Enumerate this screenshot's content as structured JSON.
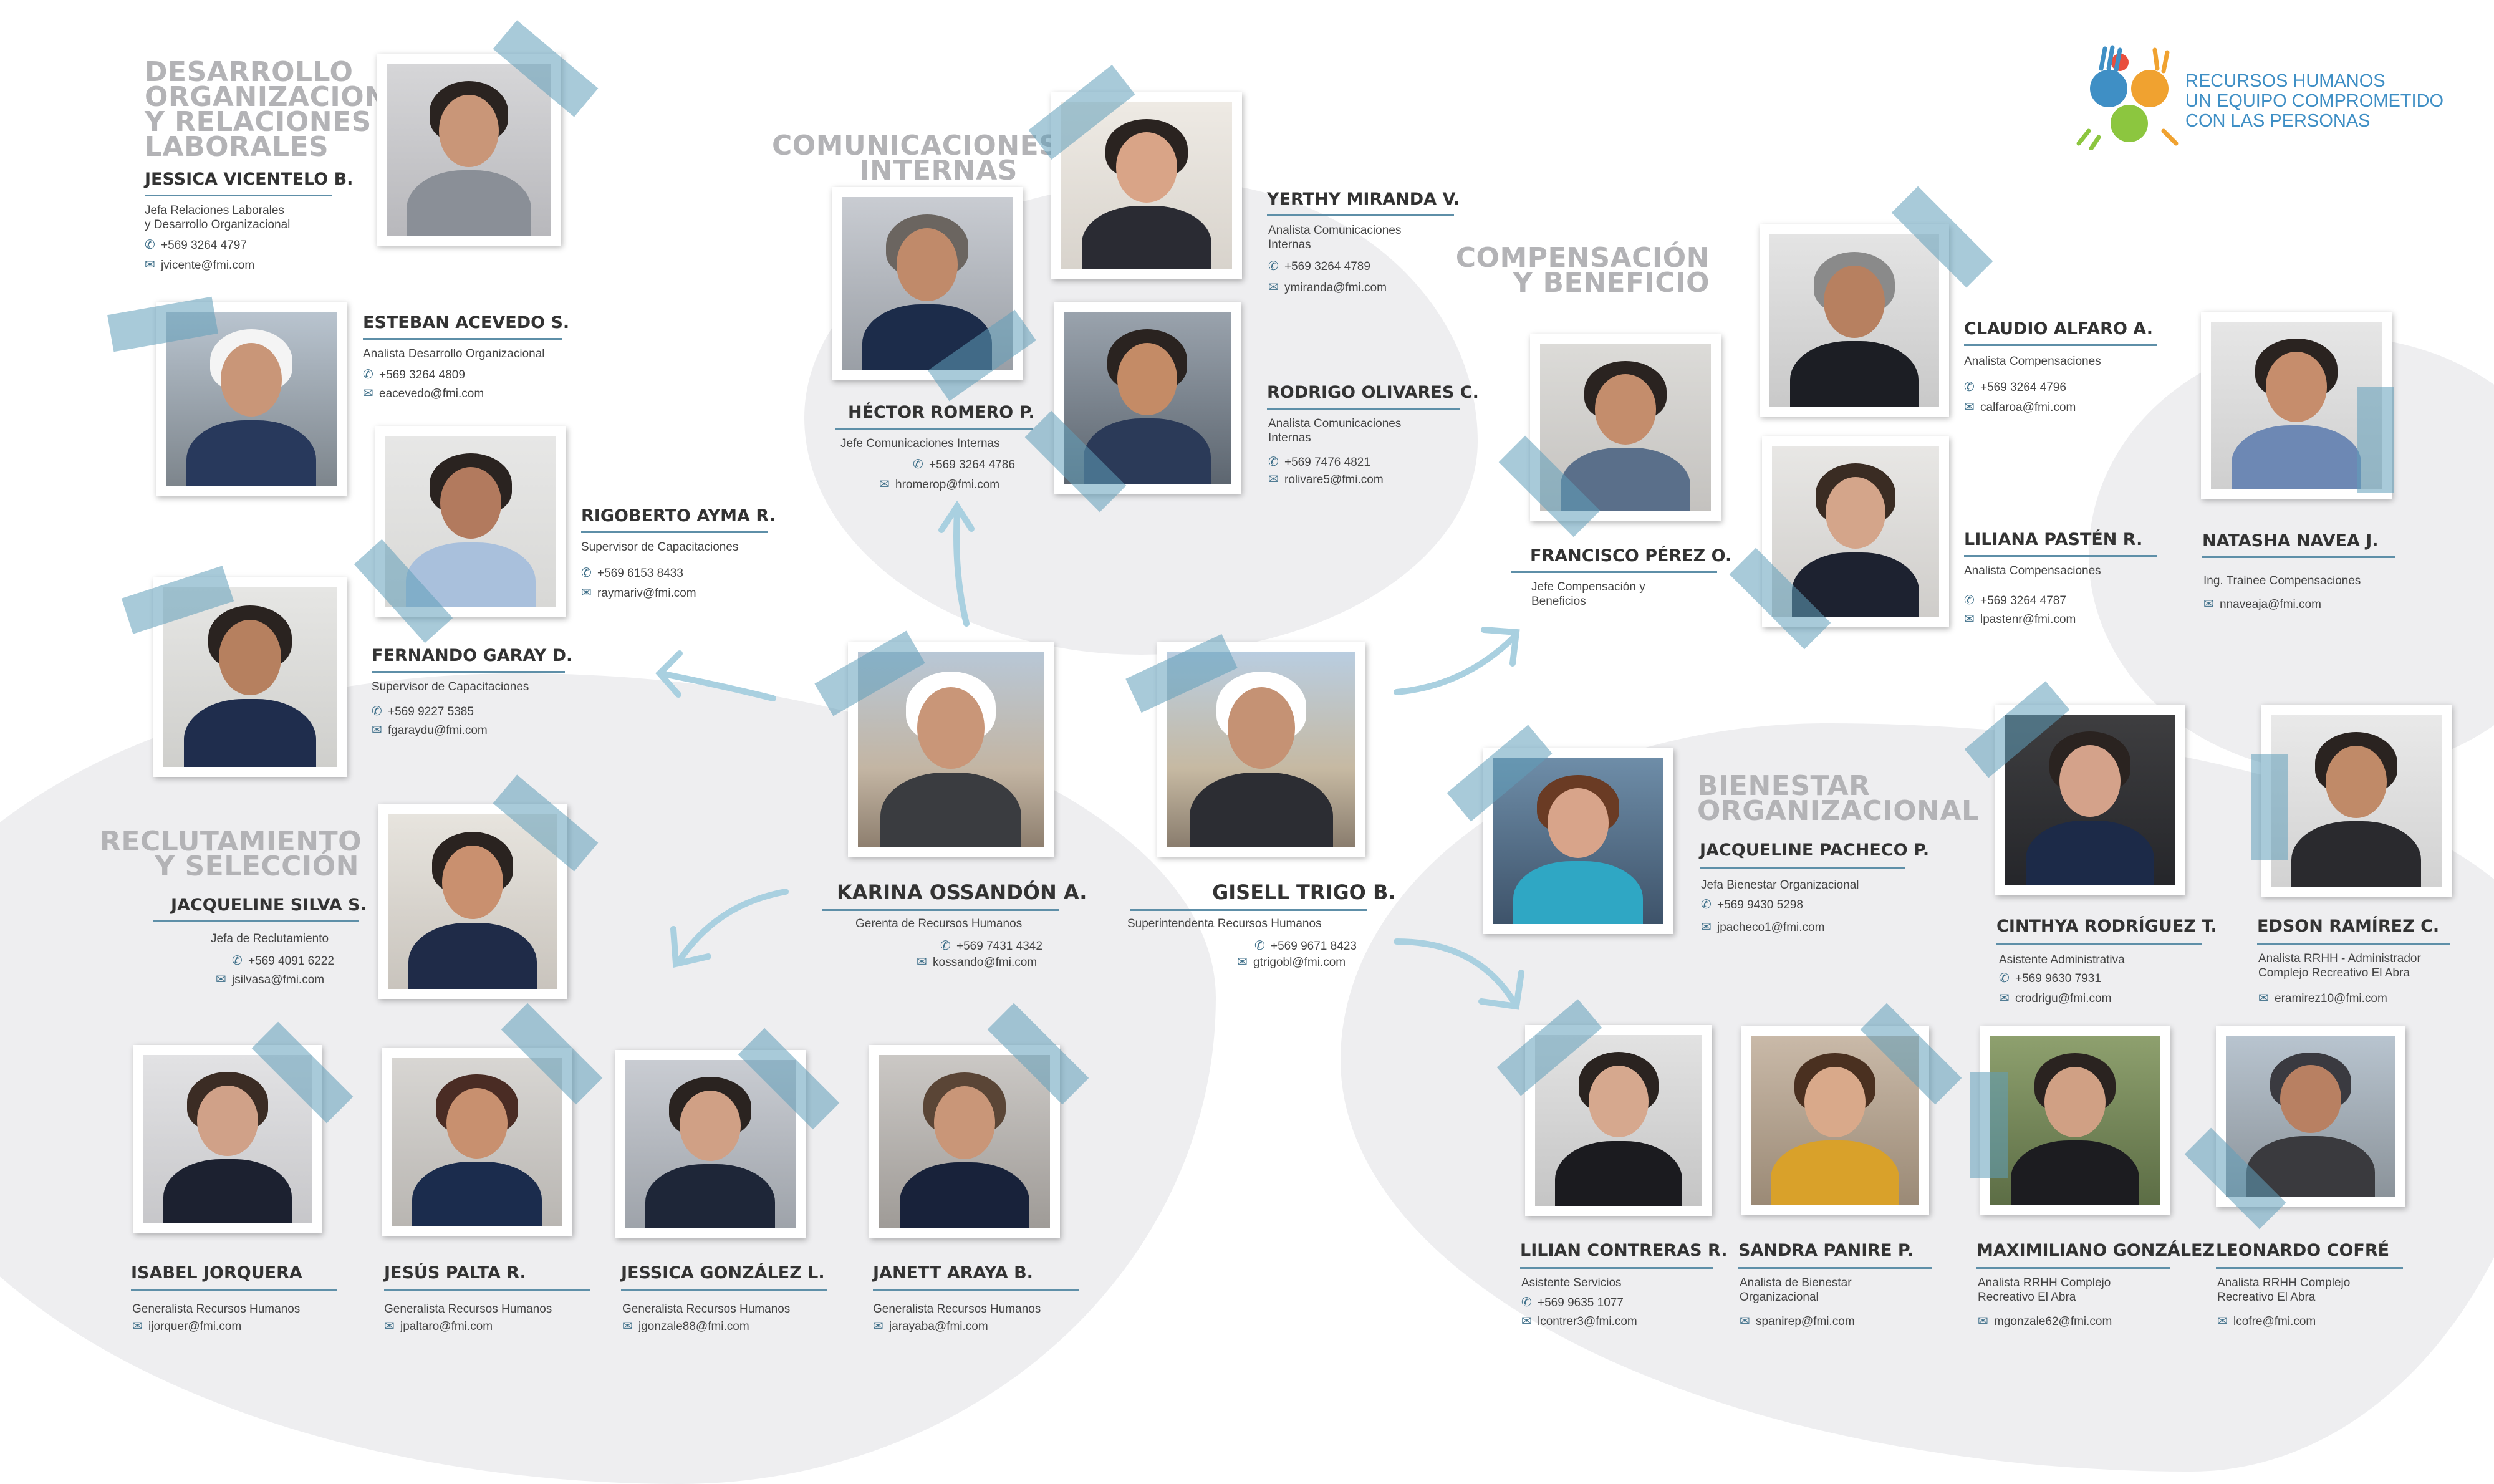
{
  "logo": {
    "line1": "RECURSOS HUMANOS",
    "line2": "UN EQUIPO COMPROMETIDO",
    "line3": "CON LAS PERSONAS",
    "colors": [
      "#3f8fc5",
      "#f0a230",
      "#8cc63f",
      "#e94e3d"
    ]
  },
  "sections": {
    "desarrollo": [
      "DESARROLLO",
      "ORGANIZACIONAL",
      "Y RELACIONES",
      "LABORALES"
    ],
    "comunicaciones": [
      "COMUNICACIONES",
      "INTERNAS"
    ],
    "compensacion": [
      "COMPENSACIÓN",
      "Y BENEFICIO"
    ],
    "bienestar": [
      "BIENESTAR",
      "ORGANIZACIONAL"
    ],
    "reclutamiento": [
      "RECLUTAMIENTO",
      "Y SELECCIÓN"
    ]
  },
  "people": {
    "jessica_v": {
      "name": "JESSICA VICENTELO B.",
      "role": "Jefa Relaciones Laborales\n y Desarrollo Organizacional",
      "phone": "+569 3264 4797",
      "email": "jvicente@fmi.com"
    },
    "esteban": {
      "name": "ESTEBAN ACEVEDO S.",
      "role": "Analista Desarrollo Organizacional",
      "phone": "+569 3264 4809",
      "email": "eacevedo@fmi.com"
    },
    "rigoberto": {
      "name": "RIGOBERTO AYMA  R.",
      "role": "Supervisor de Capacitaciones",
      "phone": "+569 6153 8433",
      "email": "raymariv@fmi.com"
    },
    "fernando": {
      "name": "FERNANDO GARAY D.",
      "role": "Supervisor de Capacitaciones",
      "phone": "+569 9227 5385",
      "email": "fgaraydu@fmi.com"
    },
    "hector": {
      "name": "HÉCTOR ROMERO P.",
      "role": "Jefe Comunicaciones Internas",
      "phone": "+569 3264 4786",
      "email": "hromerop@fmi.com"
    },
    "yerthy": {
      "name": "YERTHY MIRANDA V.",
      "role": "Analista Comunicaciones\nInternas",
      "phone": "+569 3264 4789",
      "email": "ymiranda@fmi.com"
    },
    "rodrigo": {
      "name": "RODRIGO OLIVARES C.",
      "role": "Analista Comunicaciones\nInternas",
      "phone": "+569 7476 4821",
      "email": "rolivare5@fmi.com"
    },
    "karina": {
      "name": "KARINA OSSANDÓN A.",
      "role": "Gerenta de Recursos Humanos",
      "phone": "+569 7431 4342",
      "email": "kossando@fmi.com"
    },
    "gisell": {
      "name": "GISELL TRIGO B.",
      "role": "Superintendenta Recursos Humanos",
      "phone": "+569 9671 8423",
      "email": "gtrigobl@fmi.com"
    },
    "jacqueline_s": {
      "name": "JACQUELINE SILVA S.",
      "role": "Jefa de Reclutamiento",
      "phone": "+569 4091 6222",
      "email": "jsilvasa@fmi.com"
    },
    "isabel": {
      "name": "ISABEL JORQUERA",
      "role": "Generalista Recursos Humanos",
      "email": "ijorquer@fmi.com"
    },
    "jesus": {
      "name": "JESÚS PALTA R.",
      "role": "Generalista Recursos Humanos",
      "email": "jpaltaro@fmi.com"
    },
    "jessica_g": {
      "name": "JESSICA GONZÁLEZ L.",
      "role": "Generalista Recursos Humanos",
      "email": "jgonzale88@fmi.com"
    },
    "janett": {
      "name": "JANETT ARAYA B.",
      "role": "Generalista Recursos Humanos",
      "email": "jarayaba@fmi.com"
    },
    "francisco": {
      "name": "FRANCISCO PÉREZ O.",
      "role": "Jefe Compensación y\n Beneficios"
    },
    "claudio": {
      "name": "CLAUDIO ALFARO A.",
      "role": "Analista Compensaciones",
      "phone": "+569 3264 4796",
      "email": "calfaroa@fmi.com"
    },
    "liliana": {
      "name": "LILIANA PASTÉN R.",
      "role": "Analista Compensaciones",
      "phone": "+569 3264 4787",
      "email": "lpastenr@fmi.com"
    },
    "natasha": {
      "name": "NATASHA NAVEA J.",
      "role": "Ing. Trainee Compensaciones",
      "email": "nnaveaja@fmi.com"
    },
    "jacqueline_p": {
      "name": "JACQUELINE PACHECO P.",
      "role": "Jefa Bienestar Organizacional",
      "phone": "+569 9430 5298",
      "email": "jpacheco1@fmi.com"
    },
    "cinthya": {
      "name": "CINTHYA RODRÍGUEZ T.",
      "role": "Asistente Administrativa",
      "phone": "+569 9630 7931",
      "email": "crodrigu@fmi.com"
    },
    "edson": {
      "name": "EDSON RAMÍREZ C.",
      "role": "Analista RRHH - Administrador\nComplejo Recreativo El Abra",
      "email": "eramirez10@fmi.com"
    },
    "lilian": {
      "name": "LILIAN CONTRERAS R.",
      "role": "Asistente Servicios",
      "phone": "+569 9635 1077",
      "email": "lcontrer3@fmi.com"
    },
    "sandra": {
      "name": "SANDRA PANIRE P.",
      "role": "Analista de Bienestar\nOrganizacional",
      "email": "spanirep@fmi.com"
    },
    "maximiliano": {
      "name": "MAXIMILIANO GONZÁLEZ",
      "role": "Analista RRHH Complejo\nRecreativo El Abra",
      "email": "mgonzale62@fmi.com"
    },
    "leonardo": {
      "name": "LEONARDO COFRÉ",
      "role": "Analista RRHH Complejo\nRecreativo El Abra",
      "email": "lcofre@fmi.com"
    }
  },
  "icons": {
    "phone": "phone-icon",
    "email": "email-icon"
  }
}
